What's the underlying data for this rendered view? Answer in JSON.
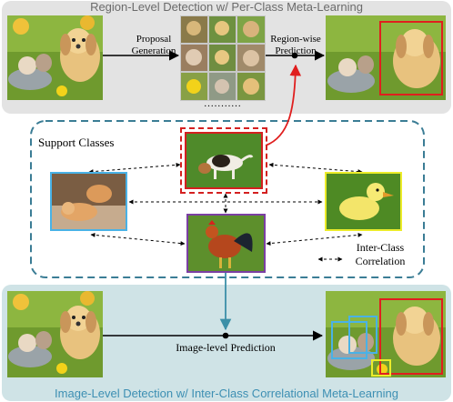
{
  "top_panel": {
    "title": "Region-Level Detection w/ Per-Class Meta-Learning",
    "step1_line1": "Proposal",
    "step1_line2": "Generation",
    "step2_line1": "Region-wise",
    "step2_line2": "Prediction",
    "ellipsis": "..........."
  },
  "middle_panel": {
    "title": "Support Classes",
    "legend_line1": "Inter-Class",
    "legend_line2": "Correlation",
    "classes": [
      {
        "name": "dog",
        "color": "#d42020"
      },
      {
        "name": "cat",
        "color": "#49b2e6"
      },
      {
        "name": "duck",
        "color": "#ecec2a"
      },
      {
        "name": "rooster",
        "color": "#7b3fa3"
      }
    ]
  },
  "bottom_panel": {
    "title": "Image-Level Detection w/ Inter-Class Correlational Meta-Learning",
    "prediction_label": "Image-level Prediction"
  },
  "colors": {
    "top_panel_bg": "#e3e3e3",
    "bottom_panel_bg": "#cfe3e6",
    "middle_border": "#3b7d95",
    "red_arrow": "#e01e1e",
    "teal_arrow": "#3b8fa7"
  }
}
